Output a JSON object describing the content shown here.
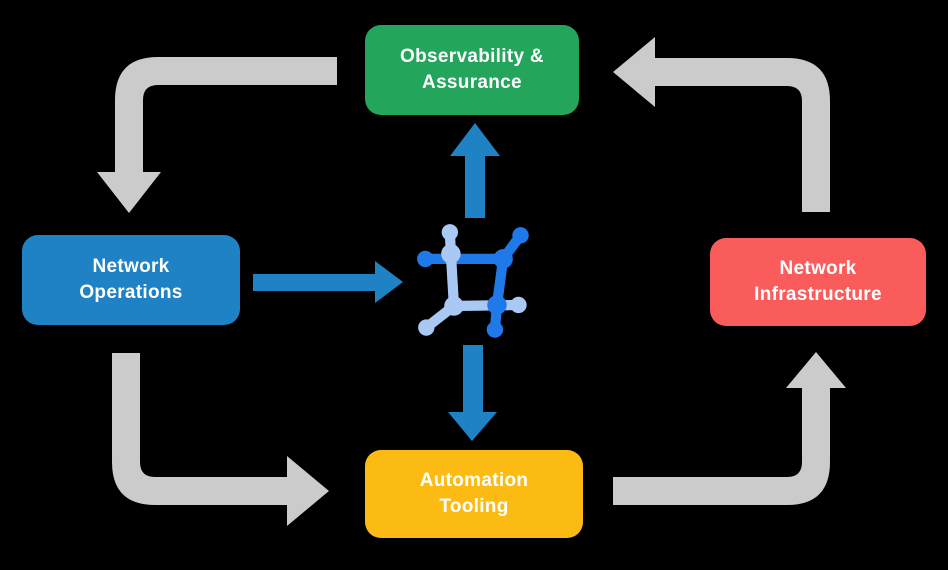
{
  "diagram": {
    "nodes": {
      "observability": {
        "label": "Observability &\nAssurance",
        "color": "#23A55B"
      },
      "network_operations": {
        "label": "Network\nOperations",
        "color": "#1E82C4"
      },
      "network_infrastructure": {
        "label": "Network\nInfrastructure",
        "color": "#FA5C5C"
      },
      "automation_tooling": {
        "label": "Automation\nTooling",
        "color": "#FCBB12"
      }
    },
    "center_icon": "network-nodes-icon",
    "flows": [
      "Observability & Assurance -> Network Operations",
      "Network Operations -> Automation Tooling",
      "Automation Tooling -> Network Infrastructure",
      "Network Infrastructure -> Observability & Assurance",
      "Network Operations -> center icon",
      "center icon -> Observability & Assurance",
      "center icon -> Automation Tooling"
    ],
    "colors": {
      "arrow_gray": "#CBCBCB",
      "arrow_blue": "#1E82C4",
      "icon_dark_blue": "#2079E8",
      "icon_light_blue": "#A9C9F4",
      "text": "#FFFFFF",
      "background": "#000000"
    }
  }
}
